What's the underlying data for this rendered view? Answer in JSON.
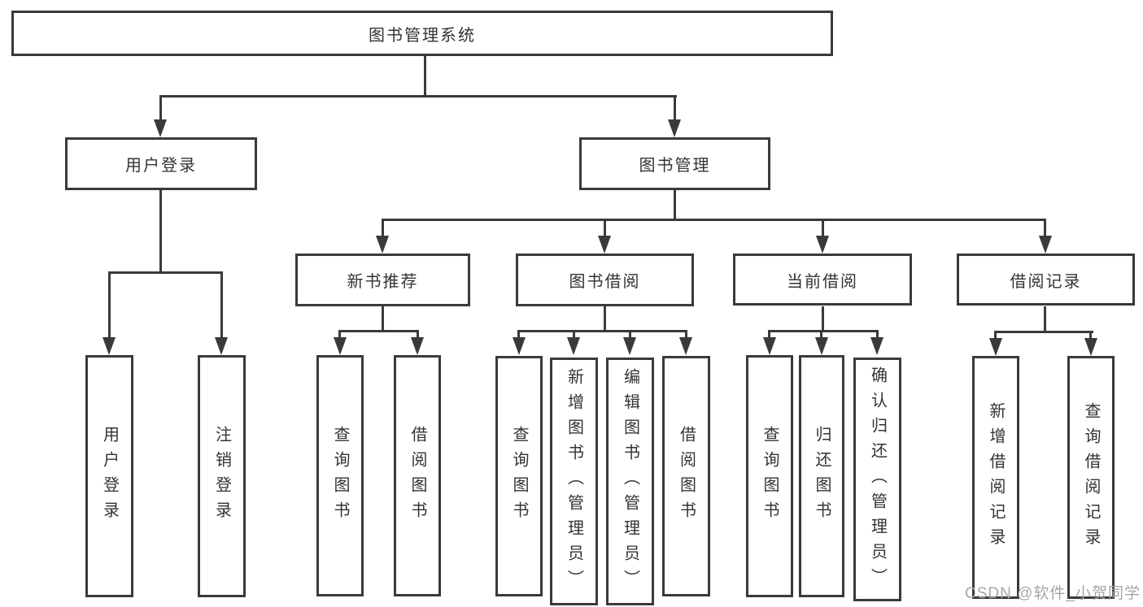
{
  "colors": {
    "line": "#3a3a3a",
    "text": "#333333",
    "background": "#ffffff",
    "watermark": "#a6a6a6"
  },
  "diagram": {
    "root": {
      "label": "图书管理系统"
    },
    "login": {
      "label": "用户登录",
      "children": [
        "用户登录",
        "注销登录"
      ]
    },
    "management": {
      "label": "图书管理"
    },
    "modules": [
      {
        "label": "新书推荐",
        "children": [
          "查询图书",
          "借阅图书"
        ]
      },
      {
        "label": "图书借阅",
        "children": [
          "查询图书",
          "新增图书（管理员）",
          "编辑图书（管理员）",
          "借阅图书"
        ]
      },
      {
        "label": "当前借阅",
        "children": [
          "查询图书",
          "归还图书",
          "确认归还（管理员）"
        ]
      },
      {
        "label": "借阅记录",
        "children": [
          "新增借阅记录",
          "查询借阅记录"
        ]
      }
    ]
  },
  "watermark": "CSDN @软件_小贺同学"
}
